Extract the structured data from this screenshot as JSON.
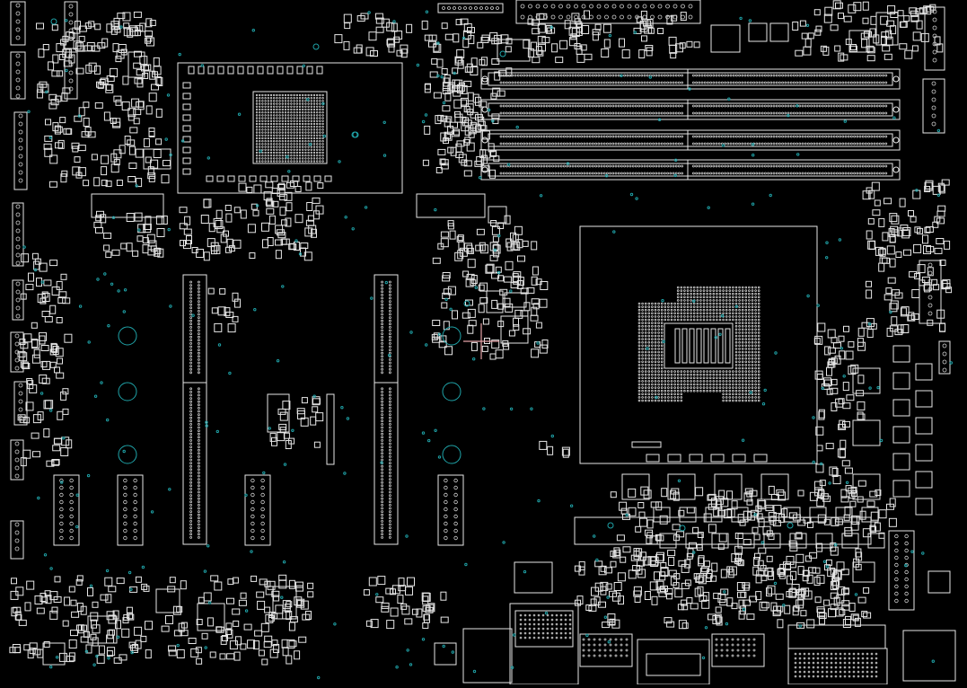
{
  "view": {
    "title": "",
    "background": "#000000",
    "colors": {
      "outline": "#e6e6e6",
      "pin": "#cfcfcf",
      "via": "#1fa3a8",
      "marker": "#e7a3a8"
    }
  },
  "components": {
    "cpu_socket": "cpu-socket",
    "dimm_slots": [
      "dimm-slot-a1",
      "dimm-slot-a2",
      "dimm-slot-b1",
      "dimm-slot-b2"
    ],
    "pcie_slots": [
      "pcie-slot-1",
      "pcie-slot-2"
    ],
    "chipset": "chipset-bga",
    "mounting_holes": 6,
    "rear_io": [
      "usb-stack",
      "rj45-port",
      "vga-port",
      "dvi-port",
      "hdmi-port",
      "audio-jacks"
    ]
  }
}
